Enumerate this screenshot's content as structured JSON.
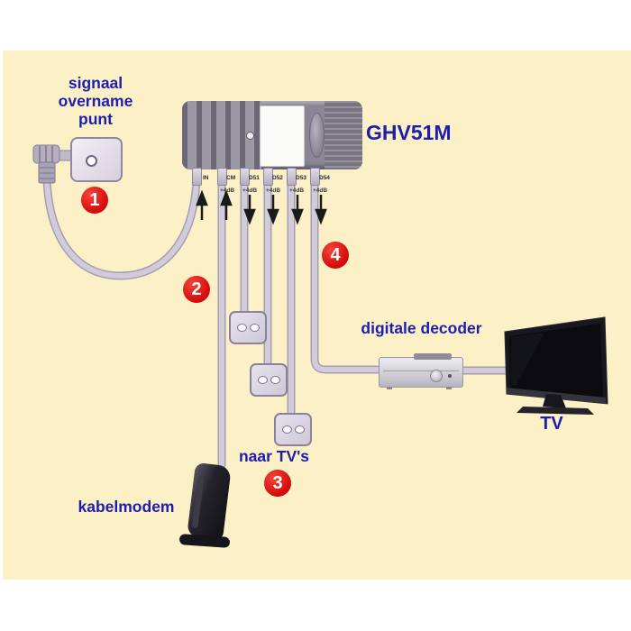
{
  "colors": {
    "canvas_background": "#fcf0c7",
    "page_background": "#ffffff",
    "label_blue": "#1d1dae",
    "step_red": "#d60d0d",
    "cable_gray": "#d0cad8",
    "amplifier_gray": "#8b8695",
    "device_black": "#17161c"
  },
  "labels": {
    "signal_point_line1": "signaal",
    "signal_point_line2": "overname",
    "signal_point_line3": "punt",
    "amplifier_model": "GHV51M",
    "decoder": "digitale decoder",
    "tv": "TV",
    "to_tvs": "naar TV's",
    "cable_modem": "kabelmodem"
  },
  "amplifier": {
    "model": "GHV51M",
    "ports": [
      {
        "name": "IN",
        "gain": "",
        "direction": "up"
      },
      {
        "name": "CM",
        "gain": "+4dB",
        "direction": "up"
      },
      {
        "name": "D51",
        "gain": "+4dB",
        "direction": "down"
      },
      {
        "name": "D52",
        "gain": "+4dB",
        "direction": "down"
      },
      {
        "name": "D53",
        "gain": "+4dB",
        "direction": "down"
      },
      {
        "name": "D54",
        "gain": "+4dB",
        "direction": "down"
      }
    ]
  },
  "steps": [
    "1",
    "2",
    "3",
    "4"
  ],
  "icons": {
    "arrow_up": "↑",
    "arrow_down": "↓"
  }
}
